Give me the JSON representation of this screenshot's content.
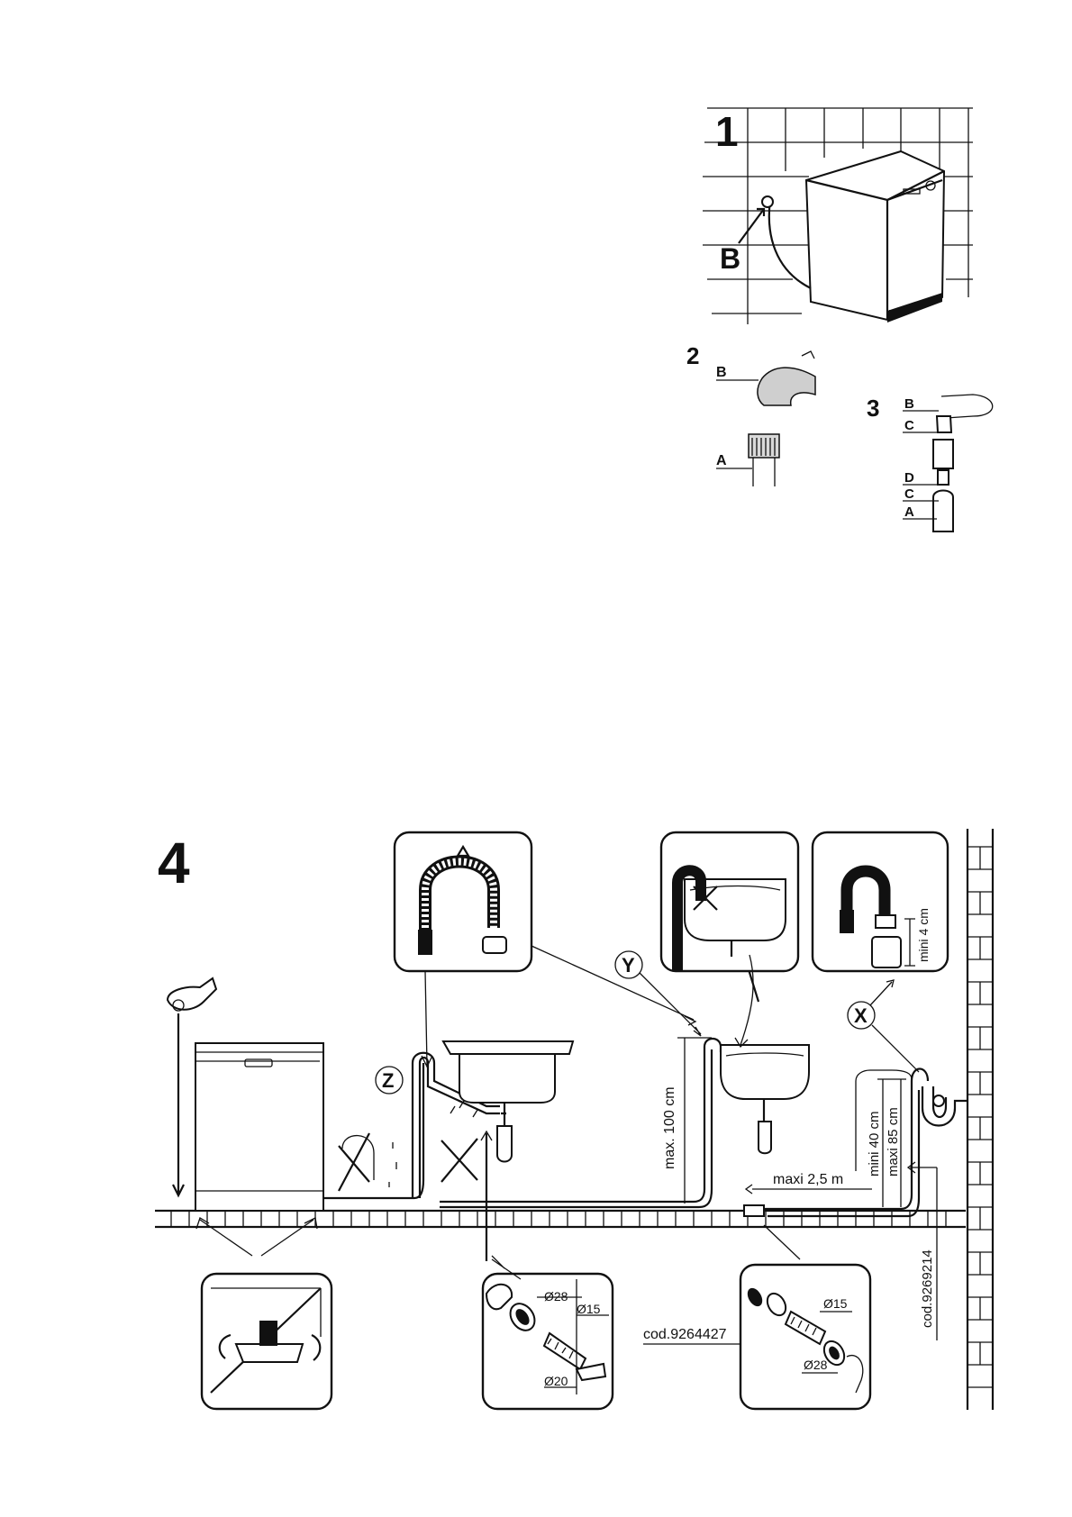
{
  "figures": {
    "fig1": {
      "number": "1",
      "label_b": "B"
    },
    "fig2": {
      "number": "2",
      "label_b": "B",
      "label_a": "A"
    },
    "fig3": {
      "number": "3",
      "labels": [
        "B",
        "C",
        "D",
        "C",
        "A"
      ]
    },
    "fig4": {
      "number": "4",
      "markers": {
        "z": "Z",
        "y": "Y",
        "x": "X"
      },
      "dimensions": {
        "max_height": "max. 100 cm",
        "mini_40": "mini 40 cm",
        "maxi_85": "maxi 85 cm",
        "maxi_length": "maxi 2,5 m",
        "mini_4": "mini 4 cm"
      },
      "codes": {
        "extension_hose": "cod.9264427",
        "wall_hose": "cod.9269214"
      },
      "diameters": {
        "left_28": "Ø28",
        "left_15": "Ø15",
        "left_20": "Ø20",
        "right_15": "Ø15",
        "right_28": "Ø28"
      }
    }
  }
}
